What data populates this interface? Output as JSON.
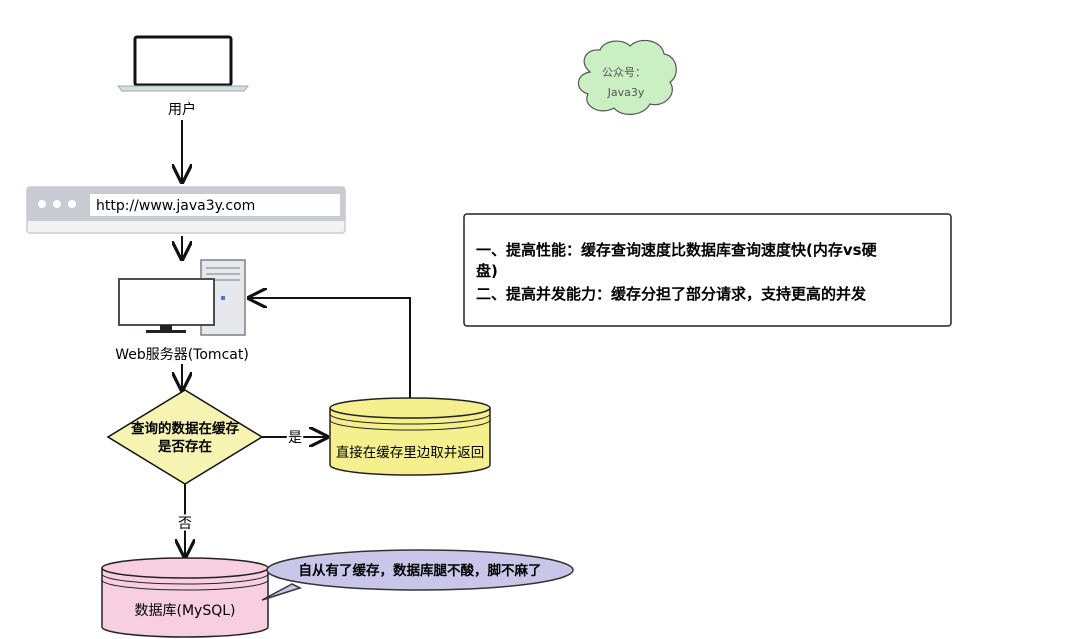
{
  "user": {
    "label": "用户"
  },
  "browser": {
    "url": "http://www.java3y.com"
  },
  "server": {
    "label": "Web服务器(Tomcat)"
  },
  "decision": {
    "line1": "查询的数据在缓存",
    "line2": "是否存在",
    "yes_label": "是",
    "no_label": "否"
  },
  "cache": {
    "label": "直接在缓存里边取并返回"
  },
  "database": {
    "label": "数据库(MySQL)"
  },
  "speech_bubble": {
    "text": "自从有了缓存，数据库腿不酸，脚不麻了"
  },
  "note_box": {
    "line1": "一、提高性能：缓存查询速度比数据库查询速度快(内存vs硬",
    "line2": "盘)",
    "line3": "二、提高并发能力：缓存分担了部分请求，支持更高的并发"
  },
  "watermark_cloud": {
    "line1": "公众号：",
    "line2": "Java3y"
  },
  "colors": {
    "decision_fill": "#f7f3b3",
    "cache_fill": "#f5f08d",
    "database_fill": "#f7cfe0",
    "bubble_fill": "#c9c6ea",
    "cloud_fill": "#c9efc3"
  }
}
